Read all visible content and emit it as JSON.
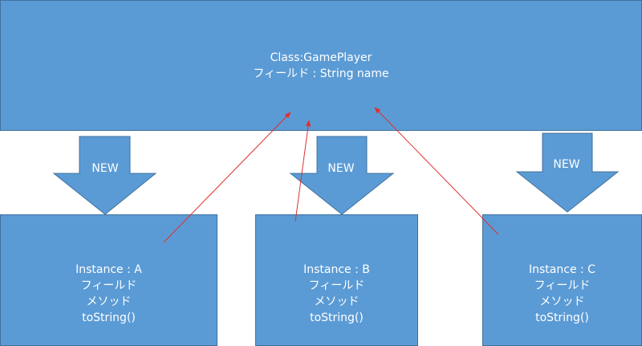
{
  "class_box": {
    "line1": "Class:GamePlayer",
    "line2": "フィールド : String name"
  },
  "new_label": "NEW",
  "instances": [
    {
      "title": "Instance : A",
      "field": "フィールド",
      "method": "メソッド",
      "tostring": "toString()"
    },
    {
      "title": "Instance : B",
      "field": "フィールド",
      "method": "メソッド",
      "tostring": "toString()"
    },
    {
      "title": "Instance : C",
      "field": "フィールド",
      "method": "メソッド",
      "tostring": "toString()"
    }
  ],
  "colors": {
    "box_fill": "#5b9bd5",
    "box_border": "#41719c",
    "text": "#ffffff",
    "reference_arrow": "#e03030"
  }
}
